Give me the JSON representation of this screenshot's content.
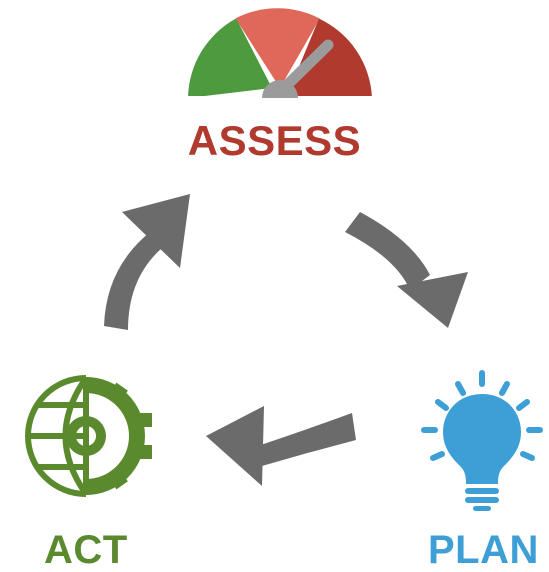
{
  "stages": {
    "assess": {
      "label": "ASSESS",
      "icon": "gauge-icon",
      "color": "#b13a2f"
    },
    "plan": {
      "label": "PLAN",
      "icon": "lightbulb-icon",
      "color": "#3d9fd6"
    },
    "act": {
      "label": "ACT",
      "icon": "globe-gear-icon",
      "color": "#5a8a2d"
    }
  },
  "colors": {
    "arrow": "#6b6b6b",
    "gauge_green": "#4e9a3f",
    "gauge_light_red": "#e0685a",
    "gauge_dark_red": "#b13a2f",
    "needle": "#9b9b9b"
  }
}
